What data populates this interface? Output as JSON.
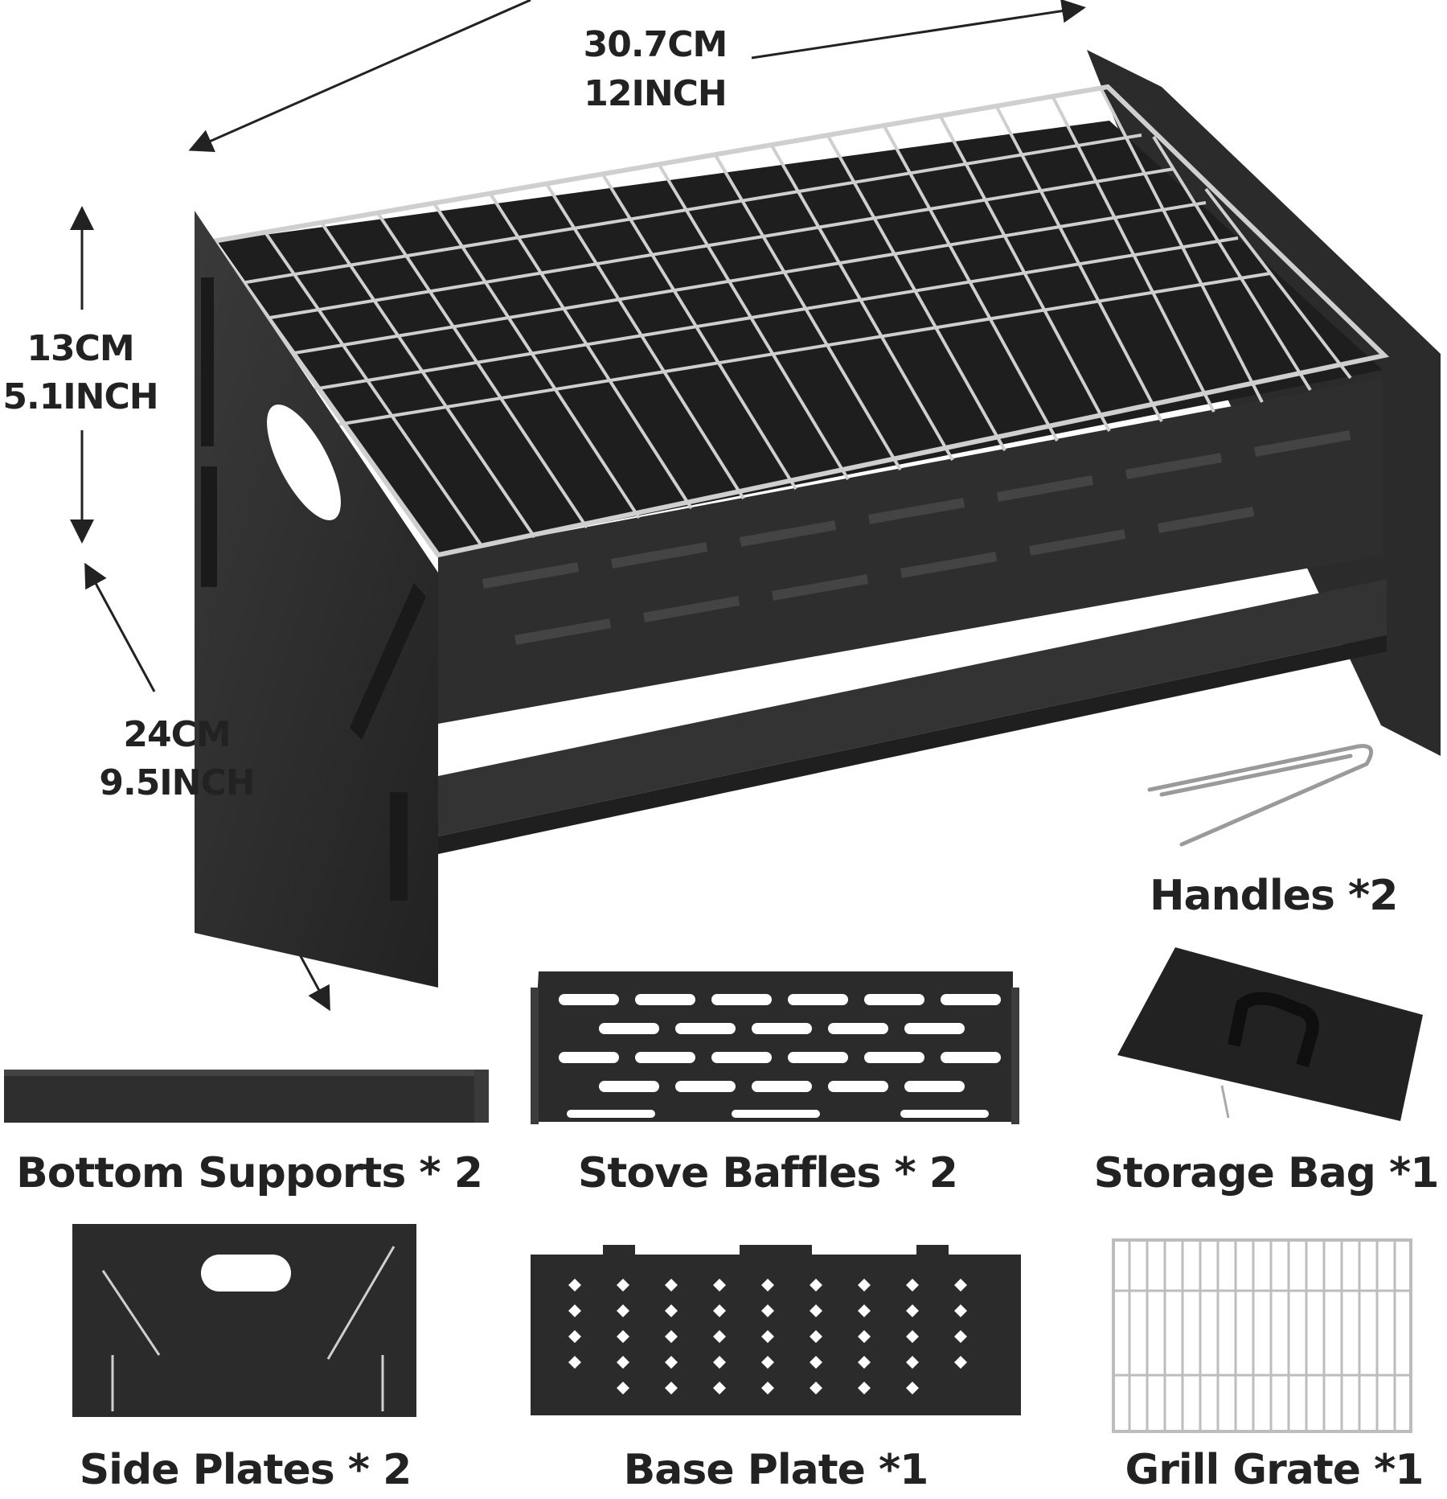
{
  "dimensions": {
    "length_cm": "30.7CM",
    "length_in": "12INCH",
    "height_cm": "13CM",
    "height_in": "5.1INCH",
    "depth_cm": "24CM",
    "depth_in": "9.5INCH"
  },
  "parts": {
    "handles": "Handles *2",
    "bottom_supports": "Bottom Supports * 2",
    "stove_baffles": "Stove Baffles * 2",
    "storage_bag": "Storage Bag *1",
    "side_plates": "Side Plates * 2",
    "base_plate": "Base Plate *1",
    "grill_grate": "Grill Grate *1"
  },
  "colors": {
    "metal": "#2d2d2d",
    "metal_dark": "#1c1c1c",
    "steel": "#c9c9c9",
    "text": "#222222"
  }
}
